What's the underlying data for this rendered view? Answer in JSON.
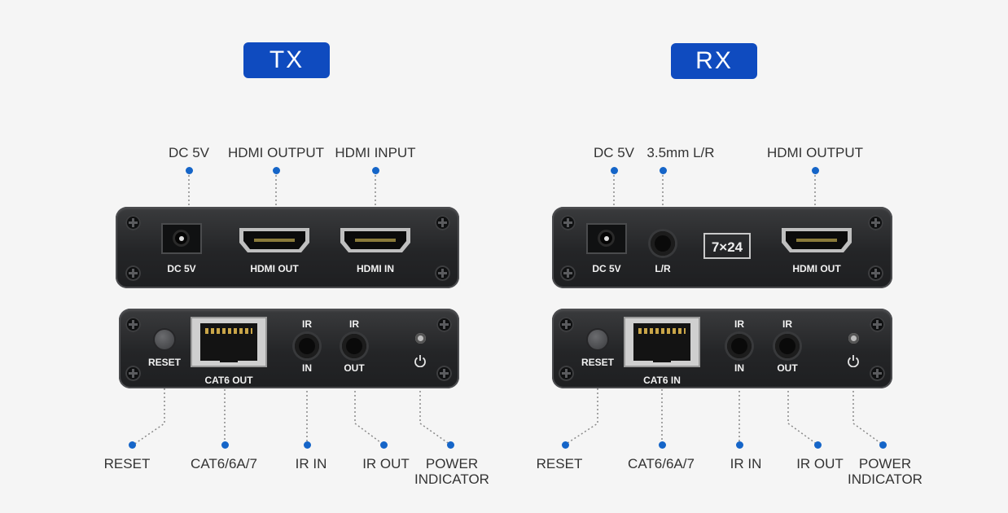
{
  "tx": {
    "badge": "TX",
    "top_callouts": {
      "dc": "DC 5V",
      "hdmi_output": "HDMI OUTPUT",
      "hdmi_input": "HDMI INPUT"
    },
    "front_labels": {
      "dc": "DC 5V",
      "hdmi_out": "HDMI OUT",
      "hdmi_in": "HDMI IN"
    },
    "rear_labels": {
      "reset": "RESET",
      "cat6": "CAT6 OUT",
      "ir_top_1": "IR",
      "ir_bottom_1": "IN",
      "ir_top_2": "IR",
      "ir_bottom_2": "OUT"
    },
    "bottom_callouts": {
      "reset": "RESET",
      "cat": "CAT6/6A/7",
      "ir_in": "IR IN",
      "ir_out": "IR OUT",
      "power_1": "POWER",
      "power_2": "INDICATOR"
    }
  },
  "rx": {
    "badge": "RX",
    "top_callouts": {
      "dc": "DC 5V",
      "audio": "3.5mm L/R",
      "hdmi_output": "HDMI OUTPUT"
    },
    "front_labels": {
      "dc": "DC 5V",
      "audio": "L/R",
      "lamp": "7×24",
      "hdmi_out": "HDMI OUT"
    },
    "rear_labels": {
      "reset": "RESET",
      "cat6": "CAT6 IN",
      "ir_top_1": "IR",
      "ir_bottom_1": "IN",
      "ir_top_2": "IR",
      "ir_bottom_2": "OUT"
    },
    "bottom_callouts": {
      "reset": "RESET",
      "cat": "CAT6/6A/7",
      "ir_in": "IR IN",
      "ir_out": "IR OUT",
      "power_1": "POWER",
      "power_2": "INDICATOR"
    }
  },
  "colors": {
    "accent": "#0f4bbf",
    "callout_dot": "#1565c8",
    "panel": "#2a2b2d",
    "background": "#f5f5f5"
  },
  "icons": [
    "screw-icon",
    "hdmi-port-icon",
    "dc-jack-icon",
    "rj45-port-icon",
    "audio-jack-icon",
    "power-icon",
    "led-icon"
  ]
}
